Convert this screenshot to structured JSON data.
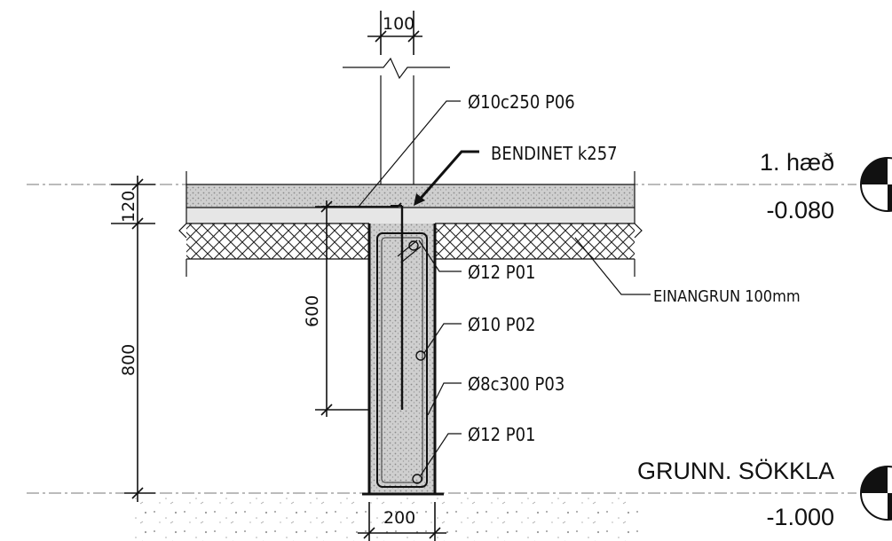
{
  "dimensions": {
    "wall_width": "100",
    "slab_thickness": "120",
    "total_height": "800",
    "bar_length": "600",
    "footing_width": "200"
  },
  "labels": {
    "top_bar": "Ø10c250 P06",
    "mesh": "BENDINET k257",
    "insulation": "EINANGRUN 100mm",
    "bar_top": "Ø12 P01",
    "bar_mid": "Ø10 P02",
    "stirrups": "Ø8c300 P03",
    "bar_bottom": "Ø12 P01"
  },
  "levels": {
    "upper_name": "1. hæð",
    "upper_value": "-0.080",
    "lower_name": "GRUNN. SÖKKLA",
    "lower_value": "-1.000"
  }
}
